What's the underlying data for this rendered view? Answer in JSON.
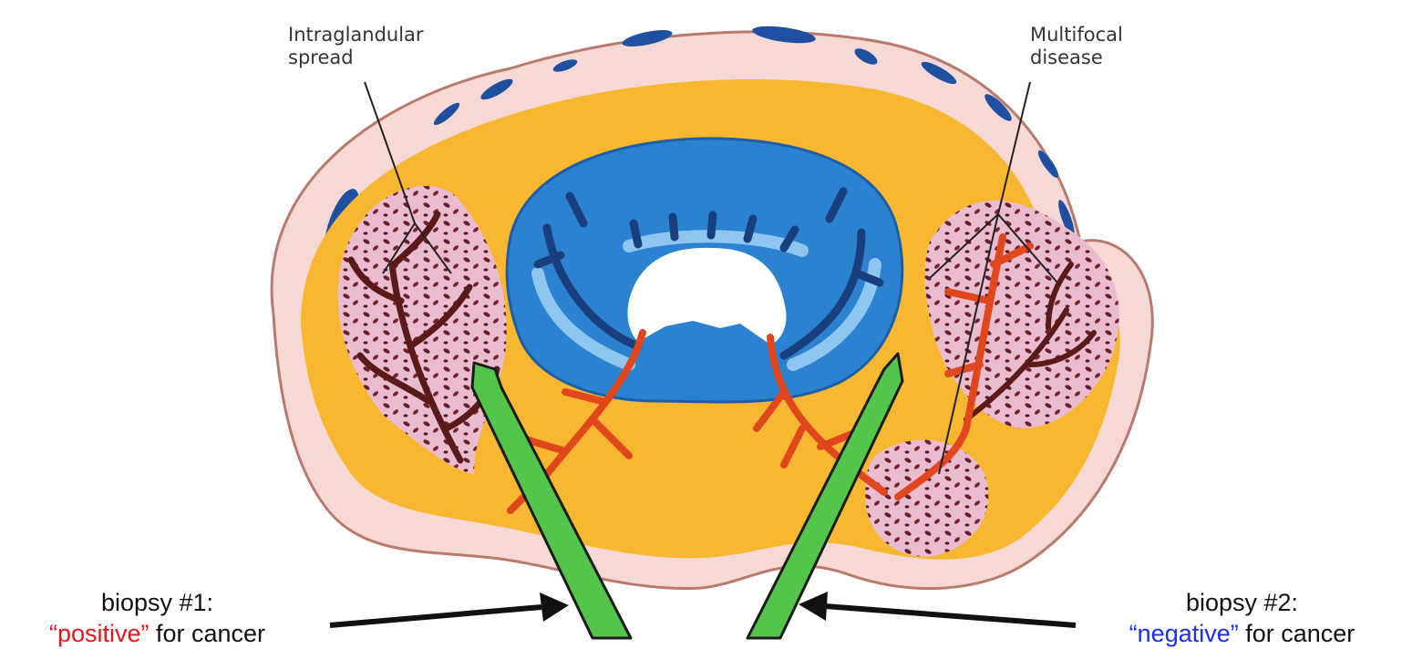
{
  "labels": {
    "intraglandular": [
      "Intraglandular",
      "spread"
    ],
    "multifocal": [
      "Multifocal",
      "disease"
    ]
  },
  "biopsy1": {
    "title": "biopsy #1:",
    "result": "“positive”",
    "suffix": " for cancer"
  },
  "biopsy2": {
    "title": "biopsy #2:",
    "result": "“negative”",
    "suffix": " for cancer"
  },
  "colors": {
    "capsule": "#f6d8d4",
    "gland": "#f7b731",
    "urethra_zone": "#2b82d0",
    "ducts": "#e0471d",
    "tumor_ducts": "#5a1a18",
    "needle": "#53c54a",
    "positive": "#e8141a",
    "negative": "#1a2ee8"
  }
}
